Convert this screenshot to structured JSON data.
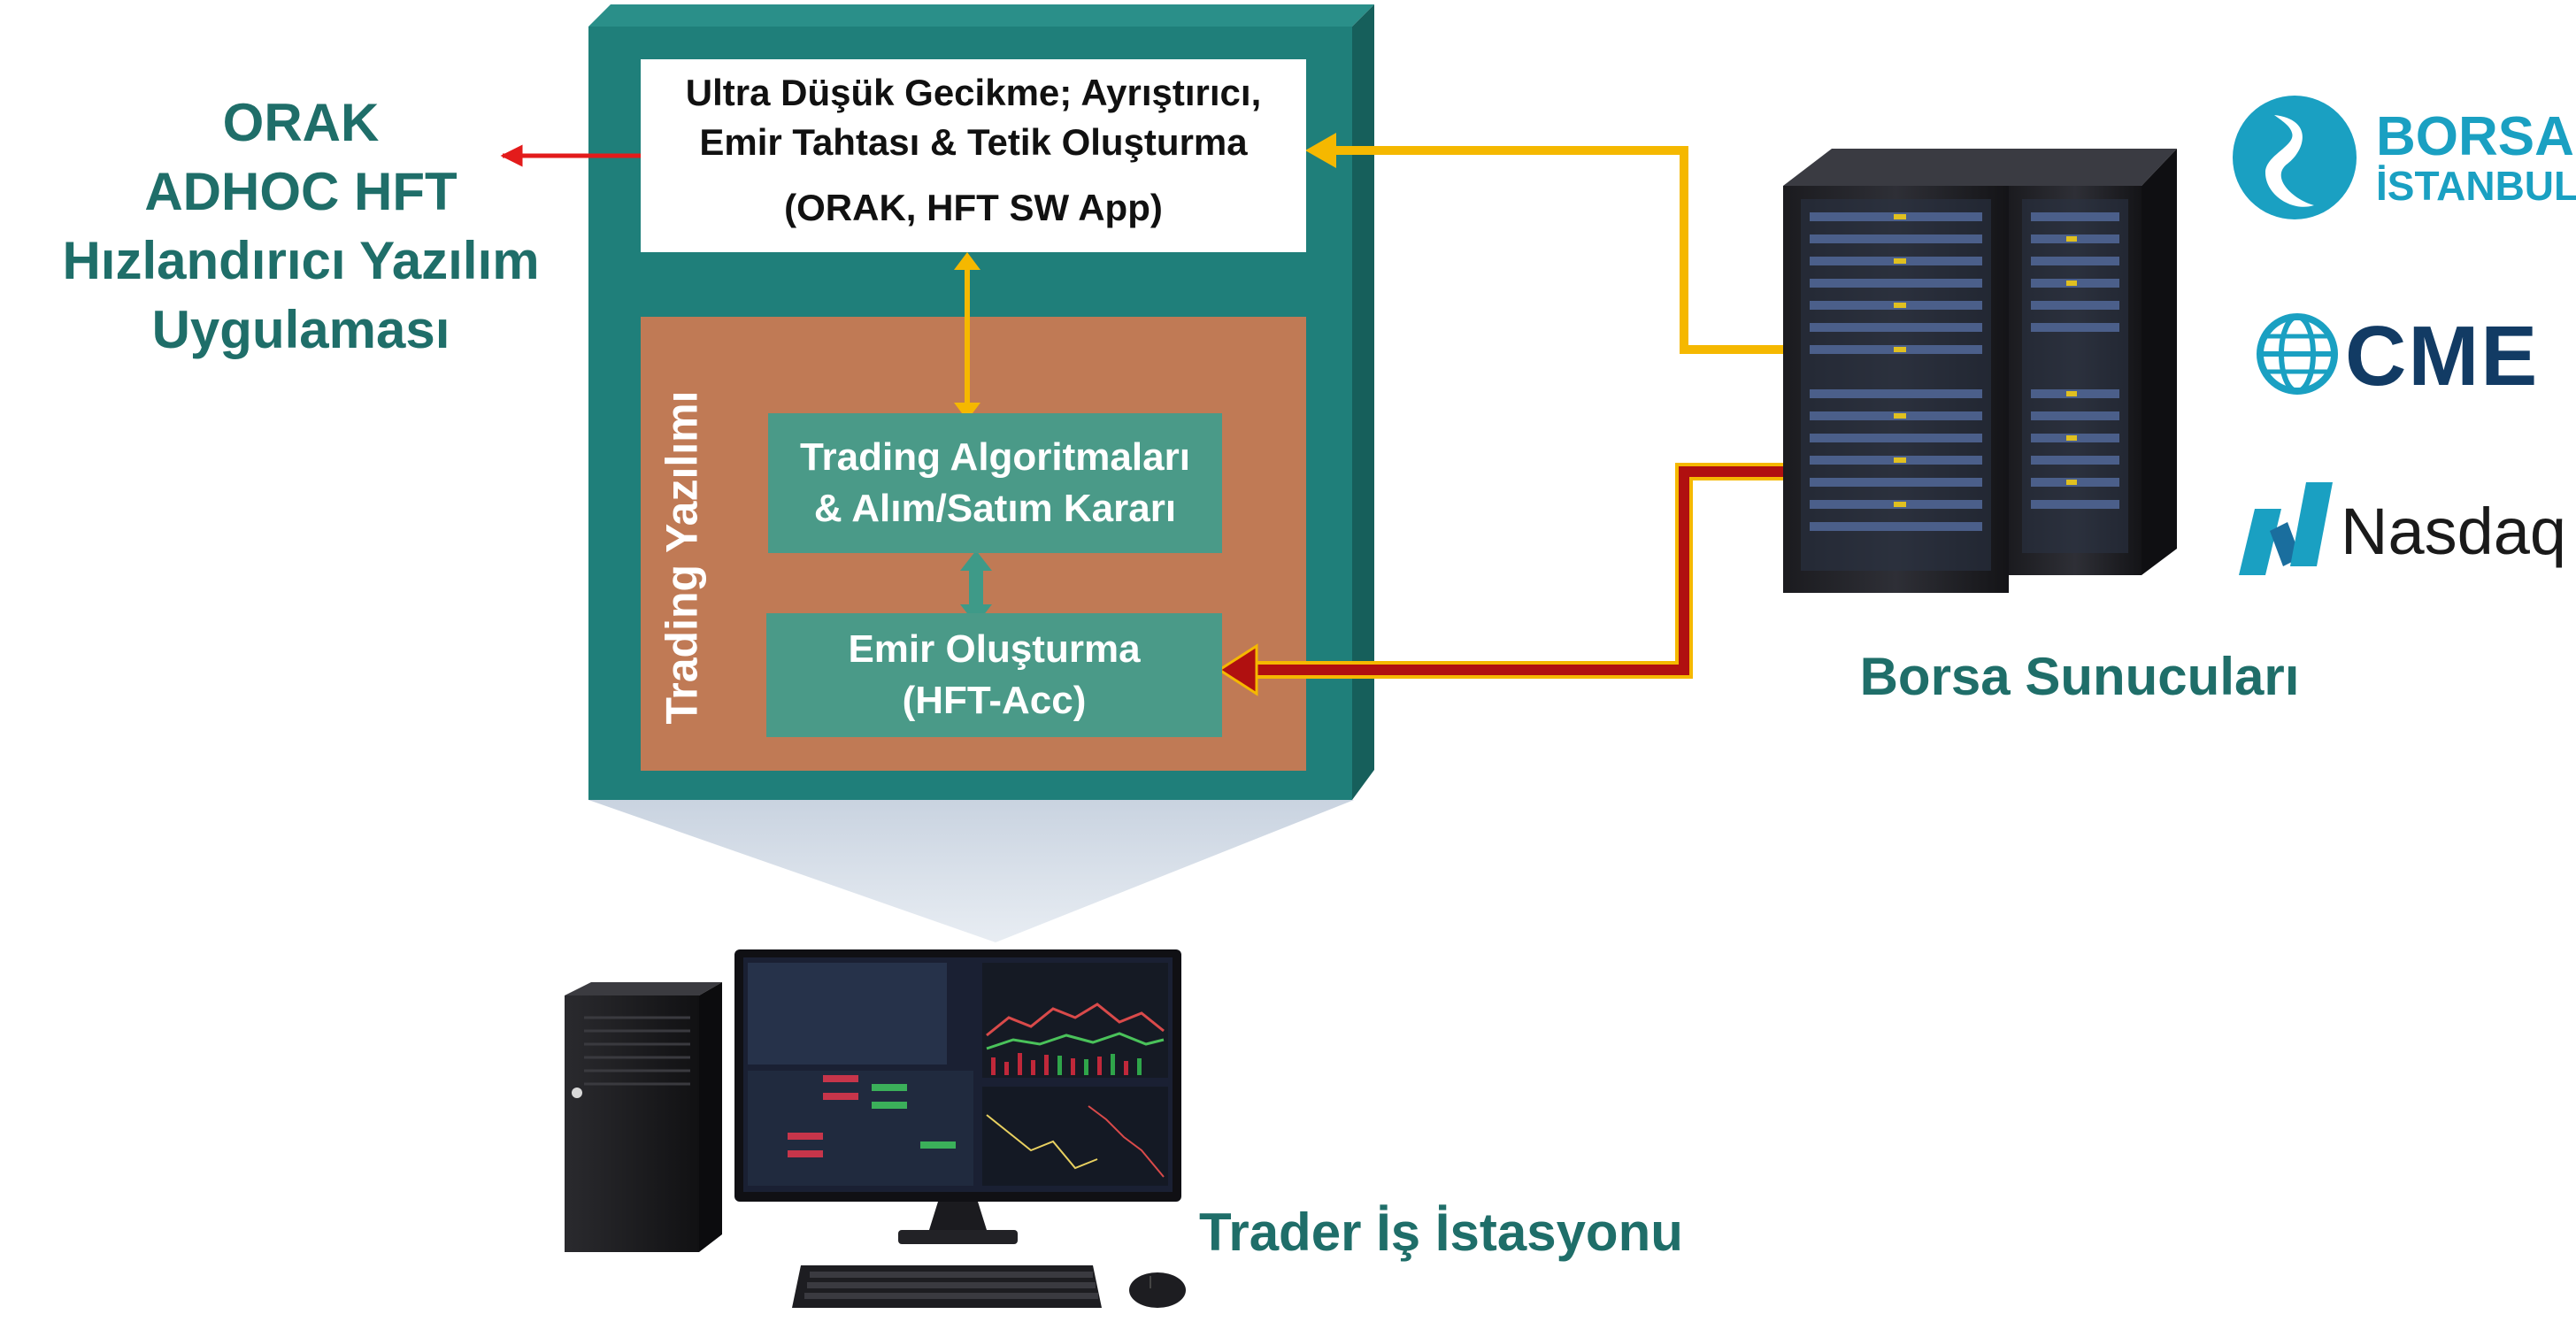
{
  "left_label": {
    "lines": [
      "ORAK",
      "ADHOC HFT",
      "Hızlandırıcı Yazılım",
      "Uygulaması"
    ]
  },
  "top_box": {
    "lines": [
      "Ultra Düşük Gecikme; Ayrıştırıcı,",
      "Emir Tahtası & Tetik Oluşturma",
      "(ORAK, HFT SW App)"
    ]
  },
  "trading_software_label": "Trading Yazılımı",
  "algo_box": {
    "lines": [
      "Trading Algoritmaları",
      "& Alım/Satım Kararı"
    ]
  },
  "order_box": {
    "lines": [
      "Emir Oluşturma",
      "(HFT-Acc)"
    ]
  },
  "servers_caption": "Borsa Sunucuları",
  "workstation_caption": "Trader İş İstasyonu",
  "logos": {
    "borsa": [
      "BORSA",
      "İSTANBUL"
    ],
    "cme": "CME",
    "nasdaq": "Nasdaq"
  },
  "colors": {
    "teal": "#1f7f7a",
    "teal_dark": "#155e5a",
    "copper": "#c07a55",
    "green_box": "#4a9a88",
    "yellow_link": "#f5b800",
    "red_link": "#b01010",
    "red_arrow": "#e31b1b"
  }
}
